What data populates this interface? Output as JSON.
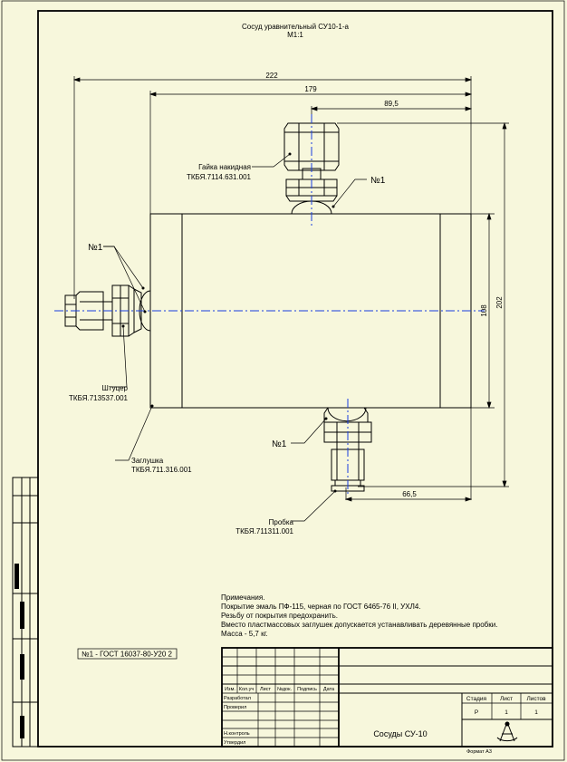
{
  "drawing": {
    "title": "Сосуд уравнительный СУ10-1-а",
    "scale": "М1:1",
    "dimensions": {
      "overall_width": "222",
      "body_with_plug": "179",
      "nut_offset": "89,5",
      "overall_height": "202",
      "body_height": "108",
      "plug_offset": "66,5"
    },
    "callouts": {
      "nut": {
        "name": "Гайка накидная",
        "code": "ТКБЯ.7114.631.001"
      },
      "fitting": {
        "name": "Штуцер",
        "code": "ТКБЯ.713537.001"
      },
      "cap": {
        "name": "Заглушка",
        "code": "ТКБЯ.711.316.001"
      },
      "plug": {
        "name": "Пробка",
        "code": "ТКБЯ.711311.001"
      },
      "weld_top": "№1",
      "weld_left": "№1",
      "weld_bottom": "№1"
    },
    "notes": {
      "heading": "Примечания.",
      "lines": [
        "Покрытие эмаль ПФ-115, черная по ГОСТ 6465-76 II, УХЛ4.",
        "Резьбу от покрытия предохранить.",
        "Вместо пластмассовых заглушек допускается устанавливать деревянные пробки.",
        "Масса - 5,7 кг."
      ]
    },
    "weld_standard": "№1 - ГОСТ 16037-80-У20 2"
  },
  "title_block": {
    "col_headers": [
      "Изм.",
      "Кол.уч",
      "Лист",
      "№док.",
      "Подпись",
      "Дата"
    ],
    "row_labels": [
      "Разработал",
      "Проверил",
      "",
      "Н.контроль",
      "Утвердил"
    ],
    "stage_headers": [
      "Стадия",
      "Лист",
      "Листов"
    ],
    "stage_values": [
      "Р",
      "1",
      "1"
    ],
    "product_name": "Сосуды СУ-10",
    "format": "Формат А3"
  },
  "colors": {
    "paper": "#f7f7dc",
    "line": "#000000",
    "axis": "#1a3ee0"
  }
}
